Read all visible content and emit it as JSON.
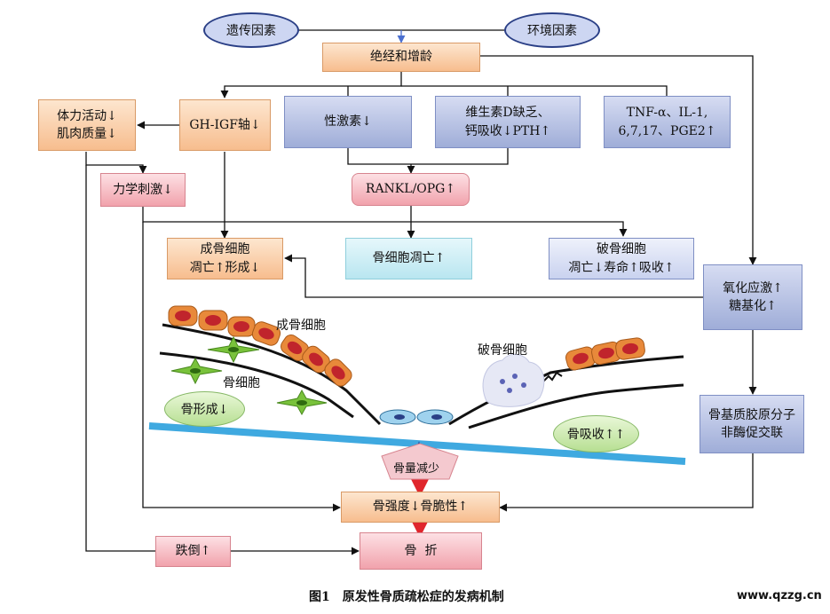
{
  "factors": {
    "genetic": "遗传因素",
    "environment": "环境因素"
  },
  "menopause_aging": "绝经和增龄",
  "nodes": {
    "physical_activity": "体力活动↓\n肌肉质量↓",
    "gh_igf": "GH-IGF轴↓",
    "sex_hormone": "性激素↓",
    "vitamin_d": "维生素D缺乏、\n钙吸收↓PTH↑",
    "cytokines": "TNF-α、IL-1,\n6,7,17、PGE2↑",
    "mechanical_stimulus": "力学刺激↓",
    "rankl_opg": "RANKL/OPG↑",
    "osteoblast_box": "成骨细胞\n凋亡↑形成↓",
    "osteocyte_apoptosis": "骨细胞凋亡↑",
    "osteoclast_box": "破骨细胞\n凋亡↓寿命↑吸收↑",
    "oxidative_stress": "氧化应激↑\n糖基化↑",
    "collagen_crosslink": "骨基质胶原分子\n非酶促交联",
    "bone_strength": "骨强度↓骨脆性↑",
    "falls": "跌倒↑",
    "fracture": "骨  折"
  },
  "illustration": {
    "osteoblast_label": "成骨细胞",
    "osteocyte_label": "骨细胞",
    "osteoclast_label": "破骨细胞",
    "bone_formation": "骨形成↓",
    "bone_resorption": "骨吸收↑↑",
    "bone_mass_loss": "骨量减少"
  },
  "caption": "图1　原发性骨质疏松症的发病机制",
  "watermark": "www.qzzg.cn",
  "colors": {
    "orange_box": "#f7bd8e",
    "blue_box": "#9fadd8",
    "pink_box": "#f1a2ac",
    "cyan_box": "#b9e6f0",
    "factor_ellipse": "#cdd6f2",
    "bone_line": "#3fa9e0",
    "cell_orange": "#e8893a",
    "cell_red": "#c0242c",
    "arrow_red": "#e0262c"
  }
}
